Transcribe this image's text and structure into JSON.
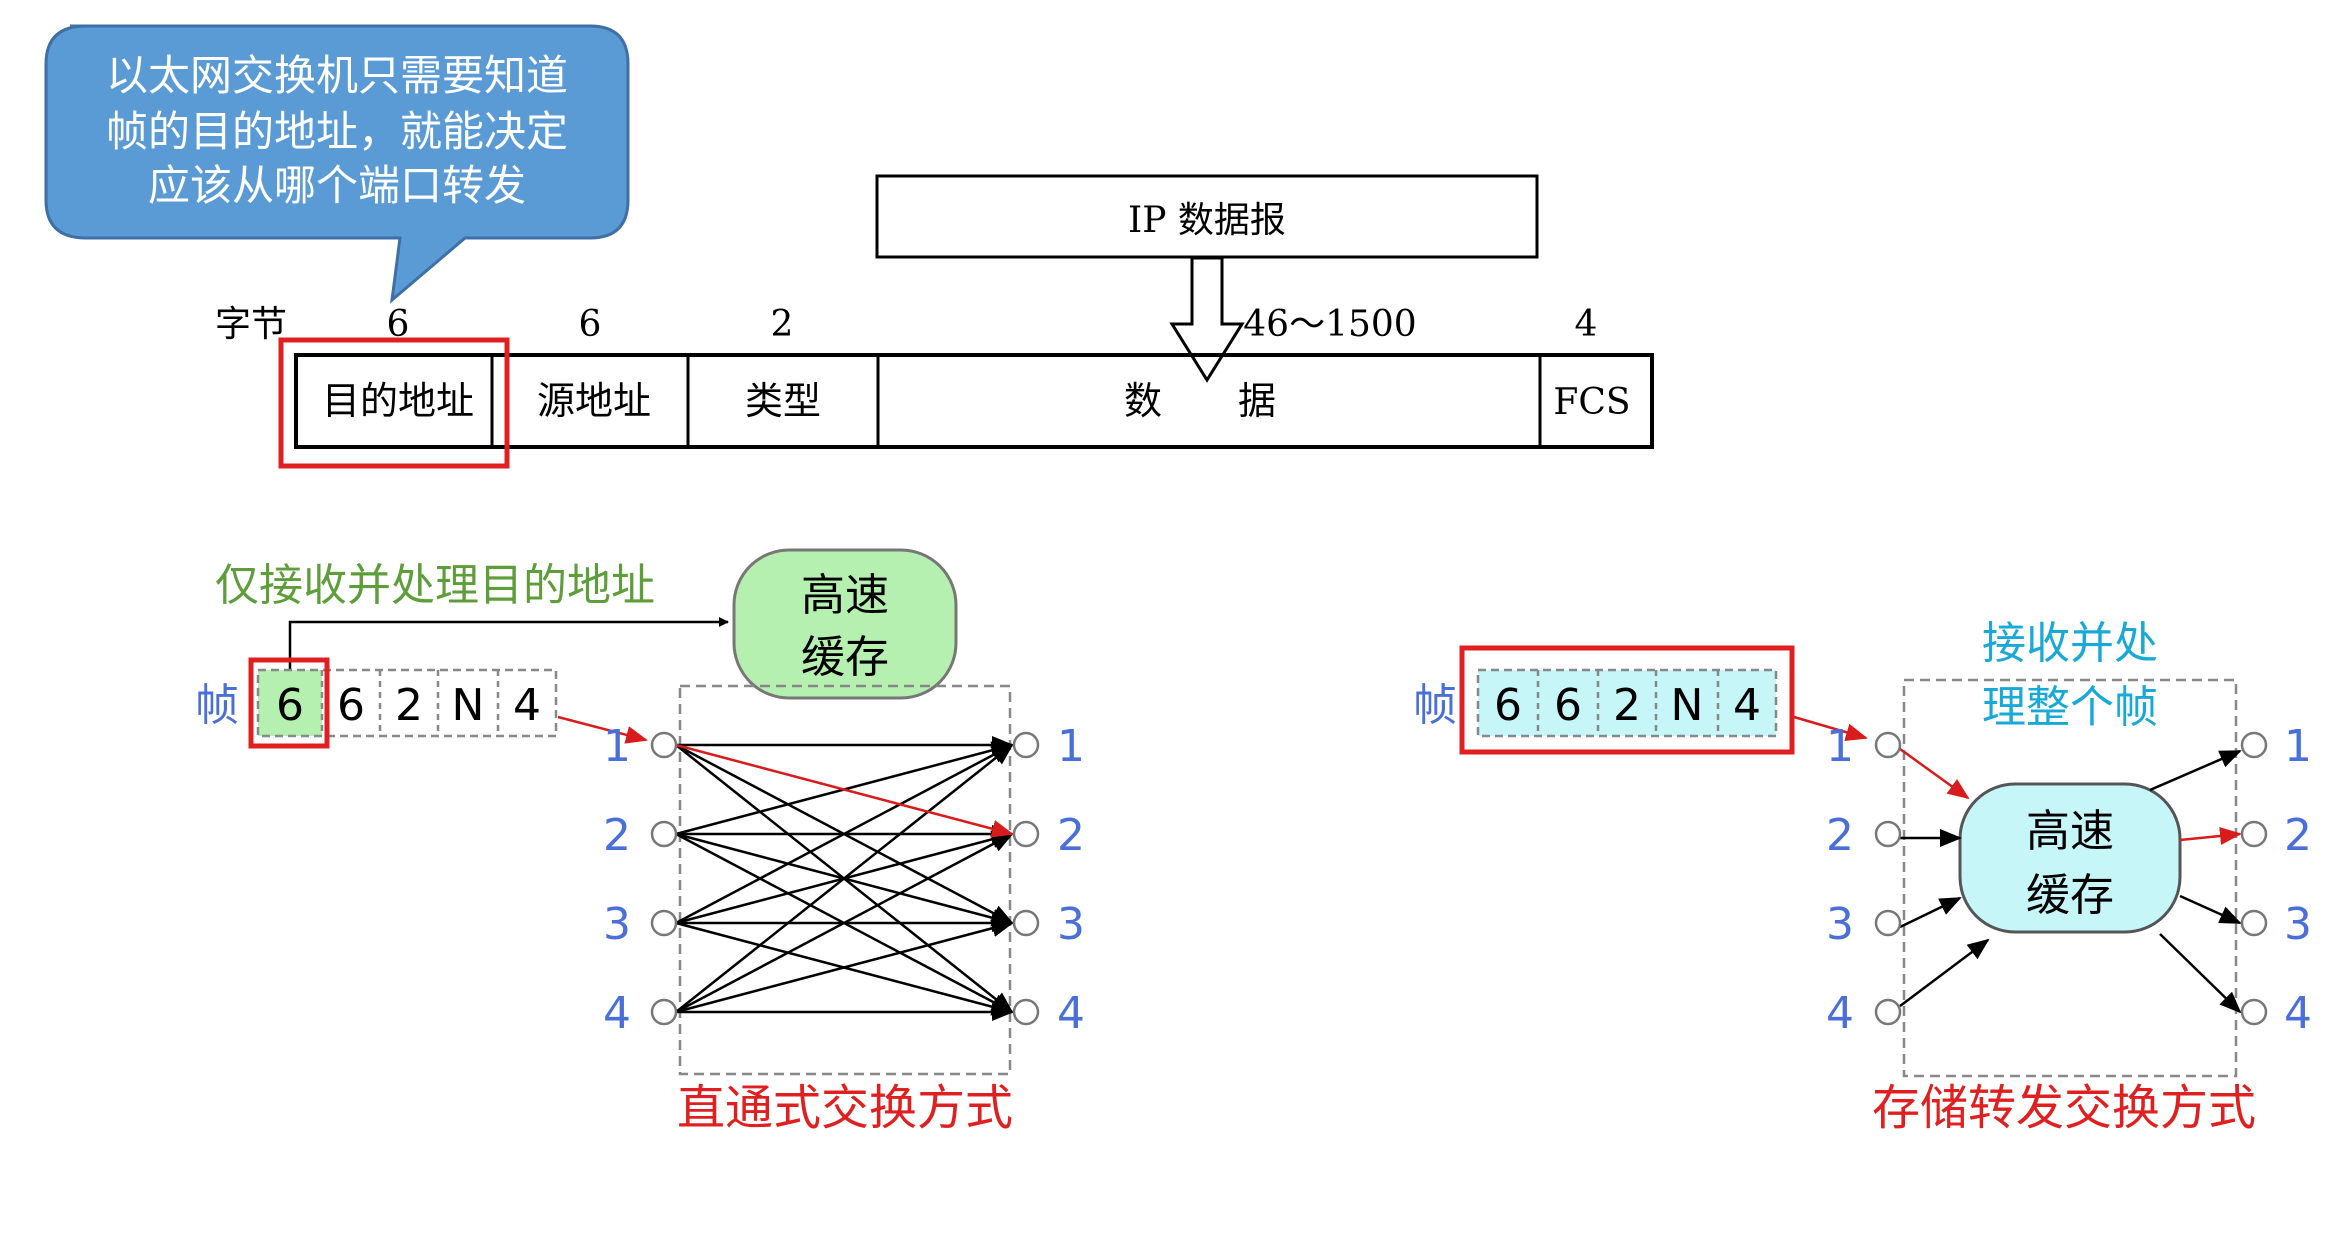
{
  "callout": {
    "lines": [
      "以太网交换机只需要知道",
      "帧的目的地址，就能决定",
      "应该从哪个端口转发"
    ],
    "fill": "#5b9bd5"
  },
  "ip_box": {
    "label": "IP 数据报"
  },
  "frame_format": {
    "bytes_label": "字节",
    "fields": [
      {
        "name": "目的地址",
        "bytes": "6"
      },
      {
        "name": "源地址",
        "bytes": "6"
      },
      {
        "name": "类型",
        "bytes": "2"
      },
      {
        "name": "数　　据",
        "bytes": "46～1500"
      },
      {
        "name": "FCS",
        "bytes": "4"
      }
    ]
  },
  "cut_through": {
    "note": "仅接收并处理目的地址",
    "note_color": "#5e9e3a",
    "cache_label": [
      "高速",
      "缓存"
    ],
    "cache_fill": "#b6f0b0",
    "frame_label": "帧",
    "frame_cells": [
      "6",
      "6",
      "2",
      "N",
      "4"
    ],
    "in_ports": [
      "1",
      "2",
      "3",
      "4"
    ],
    "out_ports": [
      "1",
      "2",
      "3",
      "4"
    ],
    "title": "直通式交换方式"
  },
  "store_forward": {
    "note": [
      "接收并处",
      "理整个帧"
    ],
    "note_color": "#19a9d9",
    "cache_label": [
      "高速",
      "缓存"
    ],
    "cache_fill": "#c6f6f8",
    "frame_label": "帧",
    "frame_cells": [
      "6",
      "6",
      "2",
      "N",
      "4"
    ],
    "in_ports": [
      "1",
      "2",
      "3",
      "4"
    ],
    "out_ports": [
      "1",
      "2",
      "3",
      "4"
    ],
    "title": "存储转发交换方式"
  },
  "colors": {
    "highlight": "#e02020",
    "port_label": "#4a6fd8",
    "title": "#e02020"
  }
}
